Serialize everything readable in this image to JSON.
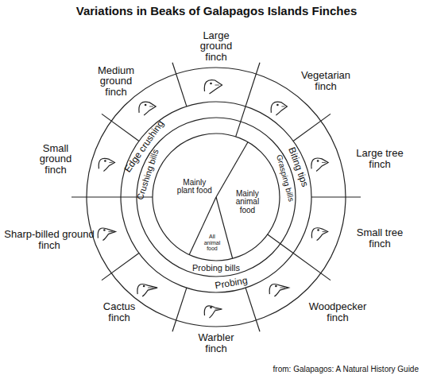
{
  "diagram": {
    "title": "Variations in Beaks of Galapagos Islands Finches",
    "caption": "from: Galapagos: A Natural History Guide",
    "nodes": [
      {
        "text": [
          "Large ground finch"
        ]
      },
      {
        "text": [
          "Vegetarian finch"
        ]
      },
      {
        "text": [
          "Large tree finch"
        ]
      },
      {
        "text": [
          "Small tree finch"
        ]
      },
      {
        "text": [
          "Woodpecker finch"
        ]
      },
      {
        "text": [
          "Warbler finch"
        ]
      },
      {
        "text": [
          "Cactus finch"
        ]
      },
      {
        "text": [
          "Sharp-billed ground finch"
        ]
      },
      {
        "text": [
          "Small ground finch"
        ]
      },
      {
        "text": [
          "Medium ground finch"
        ]
      },
      {
        "text": [
          "Edge crushing"
        ]
      },
      {
        "text": [
          "Biting tips"
        ]
      },
      {
        "text": [
          "Probing"
        ]
      },
      {
        "text": [
          "Crushing bills"
        ]
      },
      {
        "text": [
          "Grasping bills"
        ]
      },
      {
        "text": [
          "Probing bills"
        ]
      },
      {
        "text": [
          "Mainly plant food"
        ]
      },
      {
        "text": [
          "Mainly animal food"
        ]
      },
      {
        "text": [
          "All animal food"
        ]
      }
    ]
  }
}
